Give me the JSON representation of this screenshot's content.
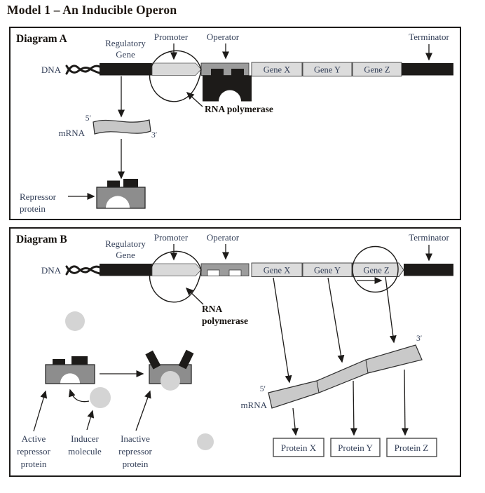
{
  "title": "Model 1 – An Inducible Operon",
  "colors": {
    "black": "#1d1b19",
    "label_text": "#333f58",
    "operator_gray": "#9c9c9c",
    "promoter_gray": "#d9d9d9",
    "gene_gray": "#dcdcdc",
    "mrna_gray": "#c7c7c7",
    "repressor_gray": "#8d8d8d",
    "inducer_gray": "#d4d4d4"
  },
  "diagram_a": {
    "title": "Diagram A",
    "labels": {
      "dna": "DNA",
      "regulatory_line1": "Regulatory",
      "regulatory_line2": "Gene",
      "promoter": "Promoter",
      "operator": "Operator",
      "terminator": "Terminator",
      "rna_polymerase": "RNA polymerase",
      "five_prime": "5′",
      "three_prime": "3′",
      "mrna": "mRNA",
      "repressor_line1": "Repressor",
      "repressor_line2": "protein"
    },
    "genes": [
      {
        "label": "Gene X"
      },
      {
        "label": "Gene Y"
      },
      {
        "label": "Gene Z"
      }
    ]
  },
  "diagram_b": {
    "title": "Diagram B",
    "labels": {
      "dna": "DNA",
      "regulatory_line1": "Regulatory",
      "regulatory_line2": "Gene",
      "promoter": "Promoter",
      "operator": "Operator",
      "terminator": "Terminator",
      "rna_polymerase_line1": "RNA",
      "rna_polymerase_line2": "polymerase",
      "five_prime": "5′",
      "three_prime": "3′",
      "mrna": "mRNA",
      "active_line1": "Active",
      "active_line2": "repressor",
      "active_line3": "protein",
      "inducer_line1": "Inducer",
      "inducer_line2": "molecule",
      "inactive_line1": "Inactive",
      "inactive_line2": "repressor",
      "inactive_line3": "protein"
    },
    "genes": [
      {
        "label": "Gene X"
      },
      {
        "label": "Gene Y"
      },
      {
        "label": "Gene Z"
      }
    ],
    "proteins": [
      {
        "label": "Protein X"
      },
      {
        "label": "Protein Y"
      },
      {
        "label": "Protein Z"
      }
    ]
  }
}
